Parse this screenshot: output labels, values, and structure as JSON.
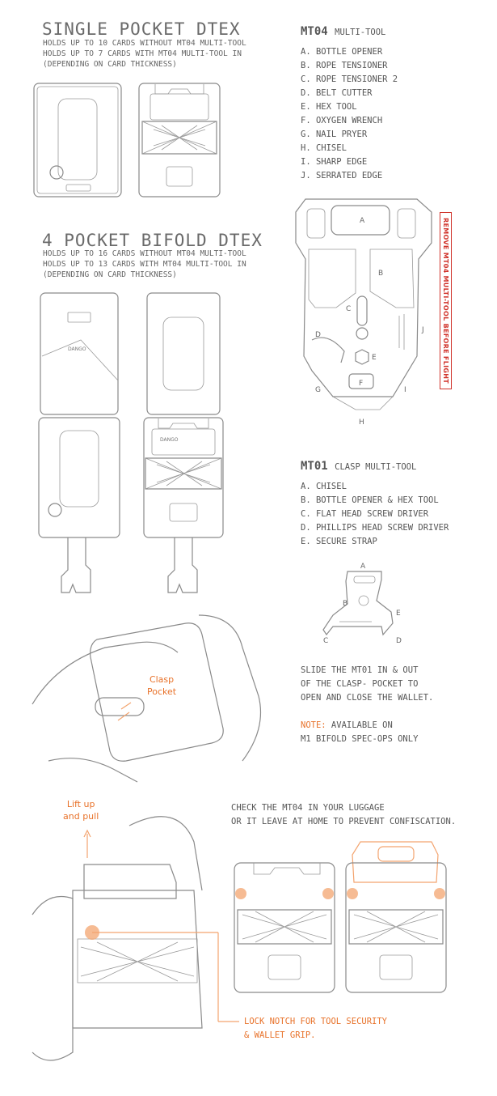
{
  "single": {
    "title": "SINGLE POCKET DTEX",
    "desc": "HOLDS UP TO 10 CARDS WITHOUT MT04 MULTI-TOOL\nHOLDS UP TO 7 CARDS WITH MT04 MULTI-TOOL IN\n(DEPENDING ON CARD THICKNESS)"
  },
  "bifold": {
    "title": "4 POCKET BIFOLD DTEX",
    "desc": "HOLDS UP TO 16 CARDS WITHOUT MT04 MULTI-TOOL\nHOLDS UP TO 13 CARDS WITH MT04 MULTI-TOOL IN\n(DEPENDING ON CARD THICKNESS)"
  },
  "mt04": {
    "code": "MT04",
    "name": "MULTI-TOOL",
    "items": [
      "A. BOTTLE OPENER",
      "B. ROPE TENSIONER",
      "C. ROPE TENSIONER 2",
      "D. BELT CUTTER",
      "E. HEX TOOL",
      "F. OXYGEN WRENCH",
      "G. NAIL PRYER",
      "H. CHISEL",
      "I. SHARP EDGE",
      "J. SERRATED EDGE"
    ],
    "warning": "REMOVE MT04 MULTI-TOOL BEFORE FLIGHT",
    "labels": {
      "a": "A",
      "b": "B",
      "c": "C",
      "d": "D",
      "e": "E",
      "f": "F",
      "g": "G",
      "h": "H",
      "i": "I",
      "j": "J"
    }
  },
  "mt01": {
    "code": "MT01",
    "name": "CLASP MULTI-TOOL",
    "items": [
      "A. CHISEL",
      "B. BOTTLE OPENER & HEX TOOL",
      "C. FLAT HEAD SCREW DRIVER",
      "D. PHILLIPS HEAD SCREW DRIVER",
      "E. SECURE STRAP"
    ],
    "labels": {
      "a": "A",
      "b": "B",
      "c": "C",
      "d": "D",
      "e": "E"
    },
    "slide_text": "SLIDE THE MT01 IN & OUT\nOF THE CLASP- POCKET TO\nOPEN AND CLOSE THE WALLET.",
    "note_label": "NOTE:",
    "note_line1": " AVAILABLE ON",
    "note_line2": "M1 BIFOLD SPEC-OPS ONLY"
  },
  "clasp_label": "Clasp\nPocket",
  "lift_label": "Lift up\nand pull",
  "luggage_text": "CHECK THE MT04 IN YOUR LUGGAGE\nOR IT LEAVE AT HOME TO PREVENT CONFISCATION.",
  "lock_text": "LOCK NOTCH FOR TOOL SECURITY\n& WALLET GRIP.",
  "brand": "DANGO",
  "colors": {
    "accent": "#e8722a",
    "line": "#8a8a8a",
    "warning": "#d0322a",
    "accent_light": "#f3a46f"
  }
}
